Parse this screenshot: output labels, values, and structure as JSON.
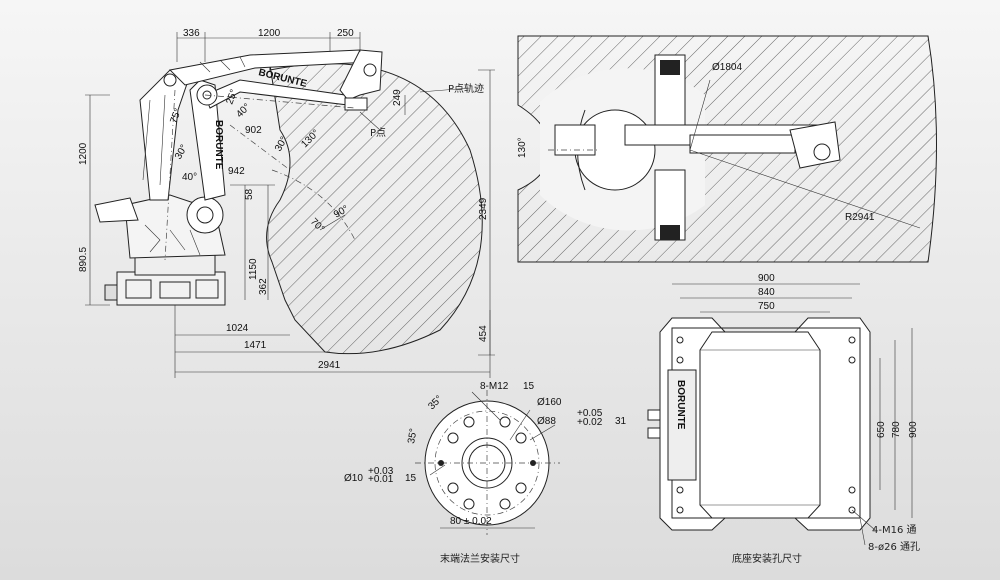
{
  "side_view": {
    "dims_top": [
      "336",
      "1200",
      "250"
    ],
    "dims_right": [
      "249",
      "2349",
      "454"
    ],
    "dims_left": [
      "1200",
      "890.5"
    ],
    "dims_inner": [
      "902",
      "942",
      "58",
      "1150",
      "362"
    ],
    "dims_bottom": [
      "1024",
      "1471",
      "2941"
    ],
    "angles": [
      "75°",
      "30°",
      "40°",
      "25°",
      "40°",
      "30°",
      "130°",
      "70°",
      "90°"
    ],
    "label_trajectory": "P点轨迹",
    "label_point": "P点"
  },
  "top_view": {
    "diameter": "Ø1804",
    "angle": "130°",
    "radius": "R2941"
  },
  "flange": {
    "thread": "8-M12",
    "thread_depth": "15",
    "d160": "Ø160",
    "d88": "Ø88",
    "d88_tol_up": "+0.05",
    "d88_tol_dn": "+0.02",
    "d88_depth": "31",
    "d10": "Ø10",
    "d10_tol_up": "+0.03",
    "d10_tol_dn": "+0.01",
    "d10_depth": "15",
    "angle_a": "35°",
    "angle_b": "35°",
    "d80": "80 ± 0.02",
    "caption": "末端法兰安装尺寸"
  },
  "base": {
    "w900": "900",
    "w840": "840",
    "w750": "750",
    "h650": "650",
    "h780": "780",
    "h900": "900",
    "bolts": "4-M16 通",
    "holes": "8-ø26 通孔",
    "brand": "BORUNTE",
    "caption": "底座安装孔尺寸"
  },
  "robot_brand": "BORUNTE"
}
